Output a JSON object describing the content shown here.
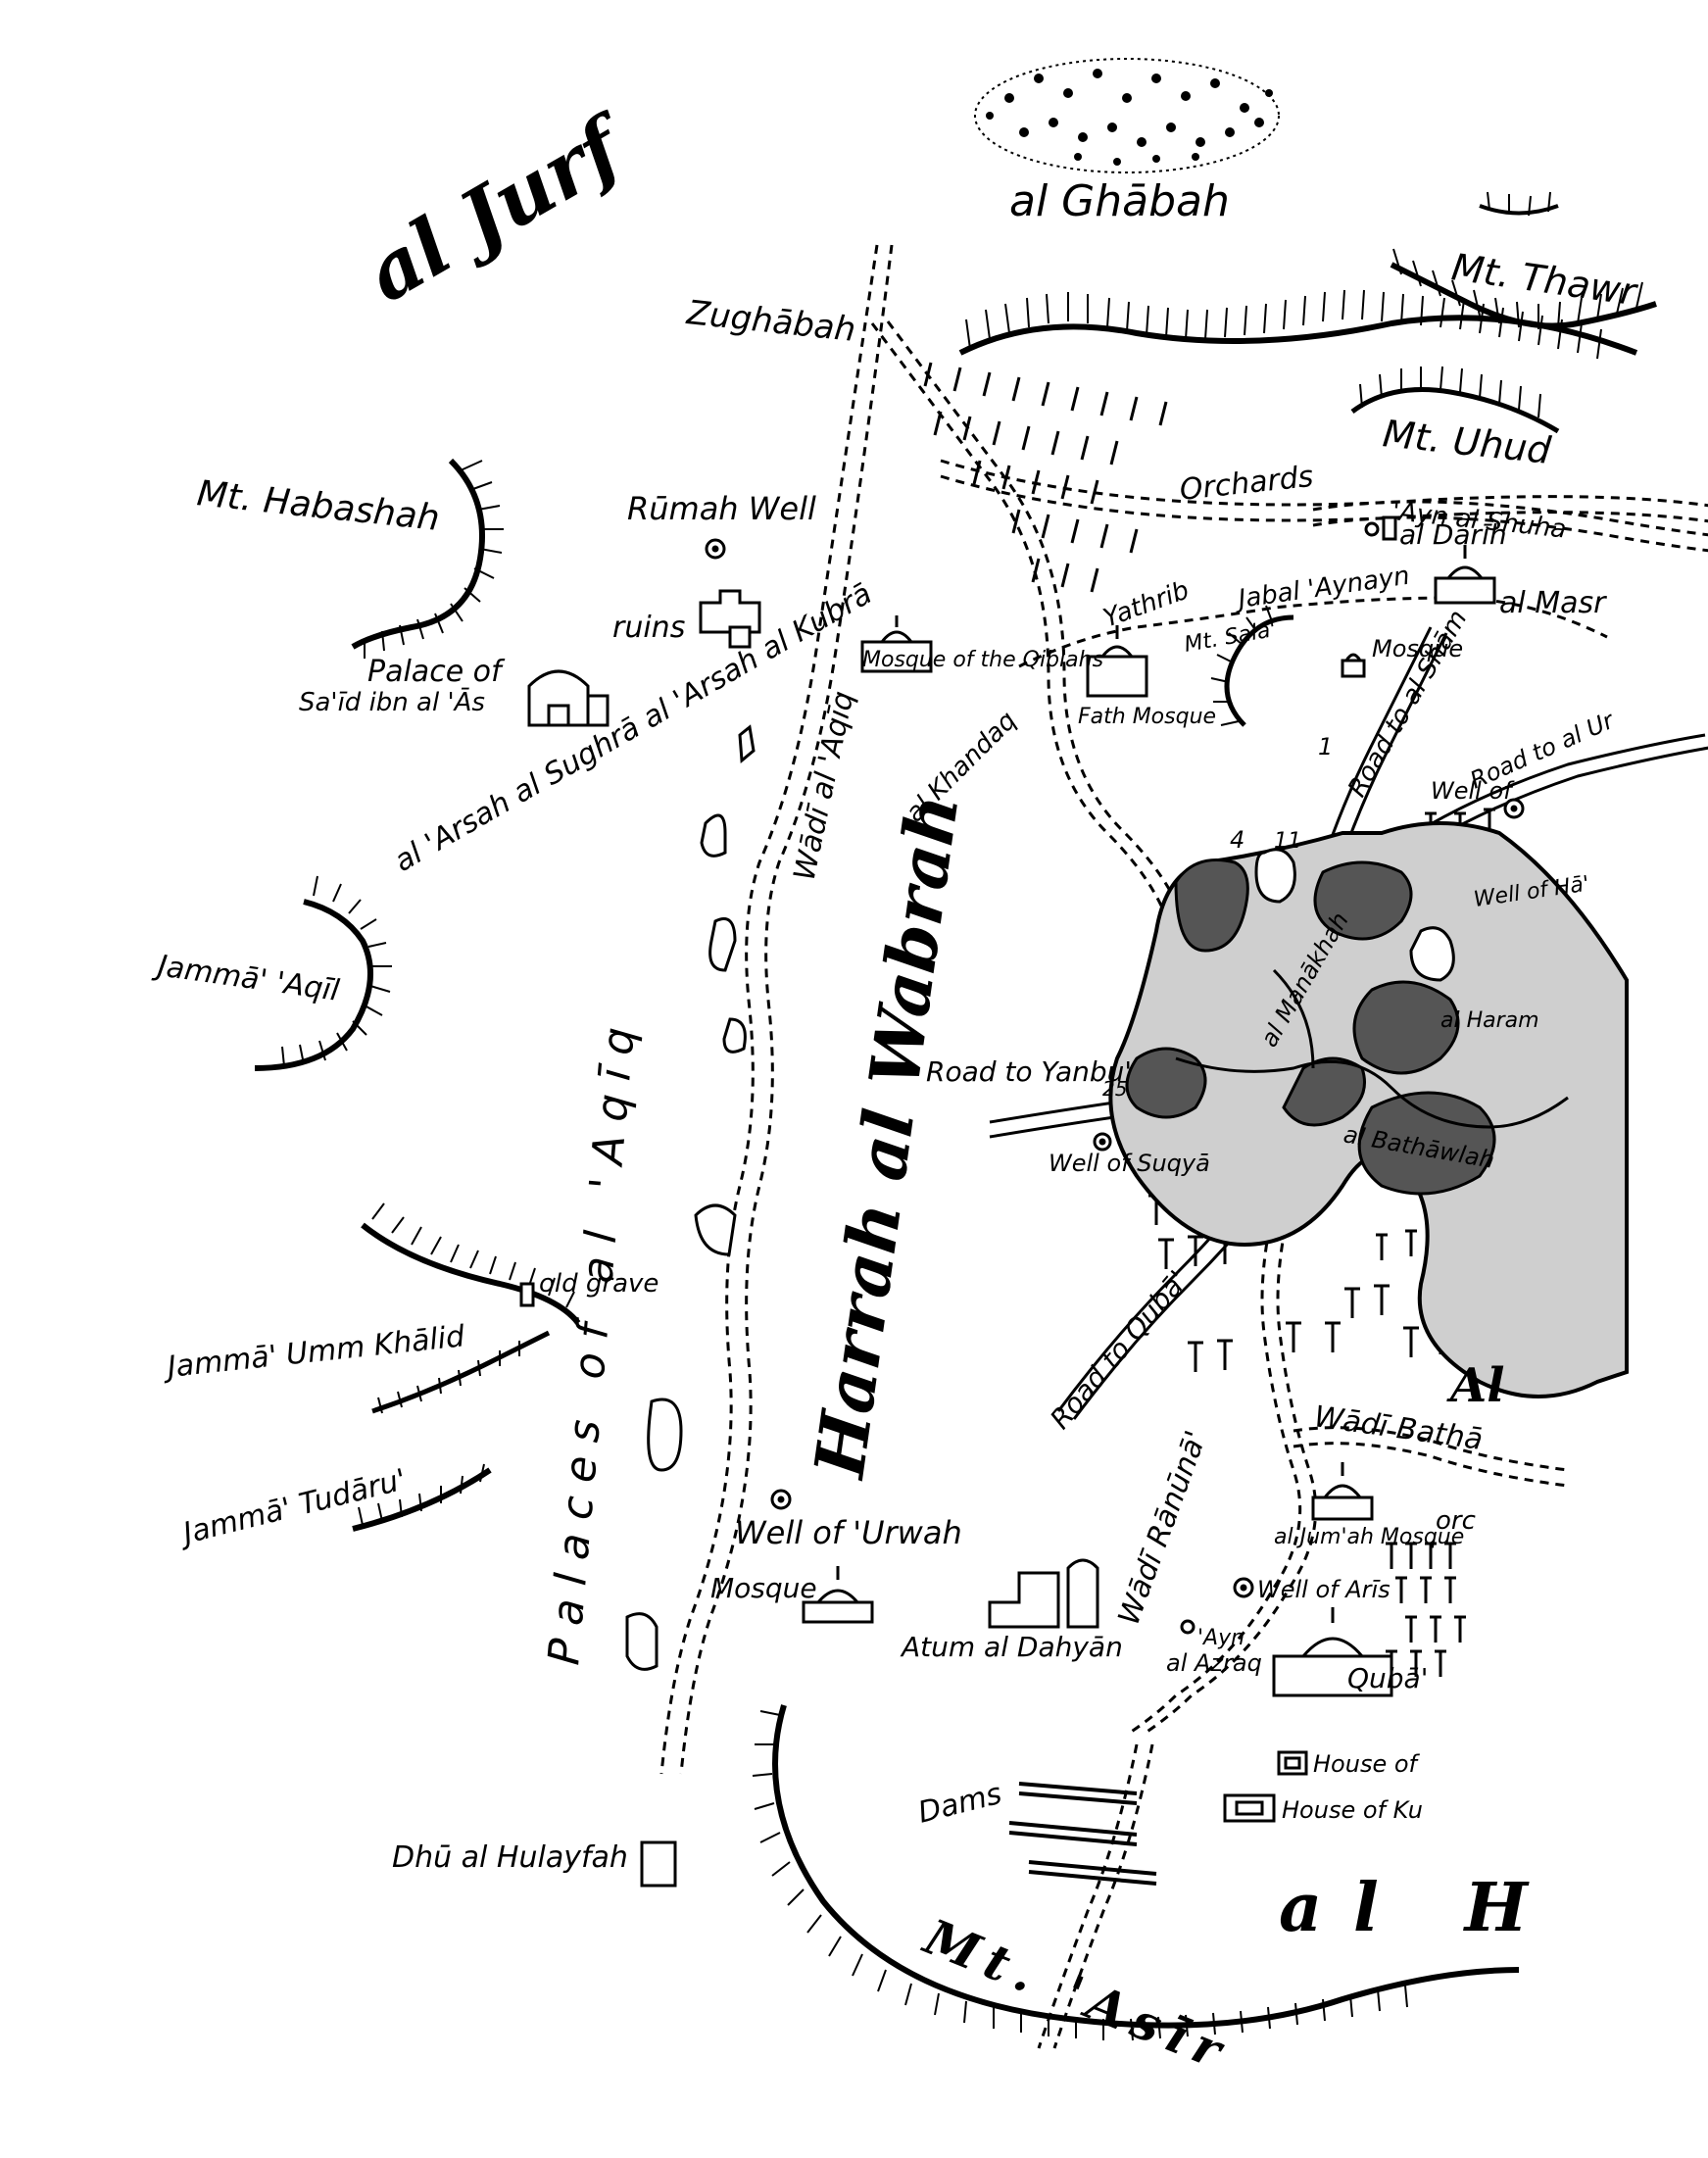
{
  "regions": {
    "al_jurf": "al Jurf",
    "al_ghabah": "al Ghābah",
    "harrah": "Harrah al Wabrah",
    "palaces": "Palaces of al 'Aqīq",
    "al_h": "al H",
    "al_right": "Al"
  },
  "mountains": {
    "thawr": "Mt. Thawr",
    "uhud": "Mt. Uhud",
    "habashah": "Mt. Habashah",
    "asir": "Mt. 'Asīr",
    "sala": "Mt. Sala'",
    "jabal_aynayn": "Jabal 'Aynayn"
  },
  "places": {
    "zughabah": "Zughābah",
    "rumah_well": "Rūmah Well",
    "ruins": "ruins",
    "palace_line1": "Palace of",
    "palace_line2": "Sa'īd ibn al 'Ās",
    "arsah": "al 'Arsah al Sughrā al 'Arsah al Kubrā",
    "wadi_aqiq": "Wādī al 'Aqīq",
    "mosque_qiblahs": "Mosque of the Qiblahs",
    "khandaq": "al Khandaq",
    "yathrib": "Yathrib",
    "fath_mosque": "Fath Mosque",
    "orchards": "Orchards",
    "ayn_shuhada": "'Ayn al Shuha",
    "al_darih": "al Darīh",
    "al_masr": "al Masr",
    "mosque_top": "Mosque",
    "road_sham": "Road to al Shām",
    "road_ur": "Road to al Ur",
    "well_top": "Well of",
    "well_ha": "Well of Hā'",
    "al_manakhah": "al Manākhah",
    "al_haram": "al Haram",
    "road_yanbu": "Road to Yanbu'",
    "well_suqya": "Well of Suqyā",
    "al_bathawlah": "al Bathāwlah",
    "road_quba": "Road to Qubā'",
    "jamma_aqil": "Jammā' 'Aqīl",
    "old_grave": "old grave",
    "jamma_umm_khalid": "Jammā' Umm Khālid",
    "jamma_tudaru": "Jammā' Tudāru'",
    "well_urwah": "Well of 'Urwah",
    "mosque_bottom": "Mosque",
    "atum_dahyan": "Atum al Dahyān",
    "wadi_ranuna": "Wādī Rānūnā'",
    "wadi_bathan": "Wādī Bathā",
    "al_jumah_mosque": "al Jum'ah Mosque",
    "orc": "orc",
    "well_aris": "Well of Arīs",
    "ayn_azraq_1": "'Ayn",
    "ayn_azraq_2": "al Azraq",
    "quba": "Qubā'",
    "house_1": "House of",
    "house_2": "House of Ku",
    "dams": "Dams",
    "dhu_hulayfah": "Dhū al Hulayfah",
    "num_1": "1",
    "num_4": "4",
    "num_11": "11",
    "num_25": "25"
  }
}
